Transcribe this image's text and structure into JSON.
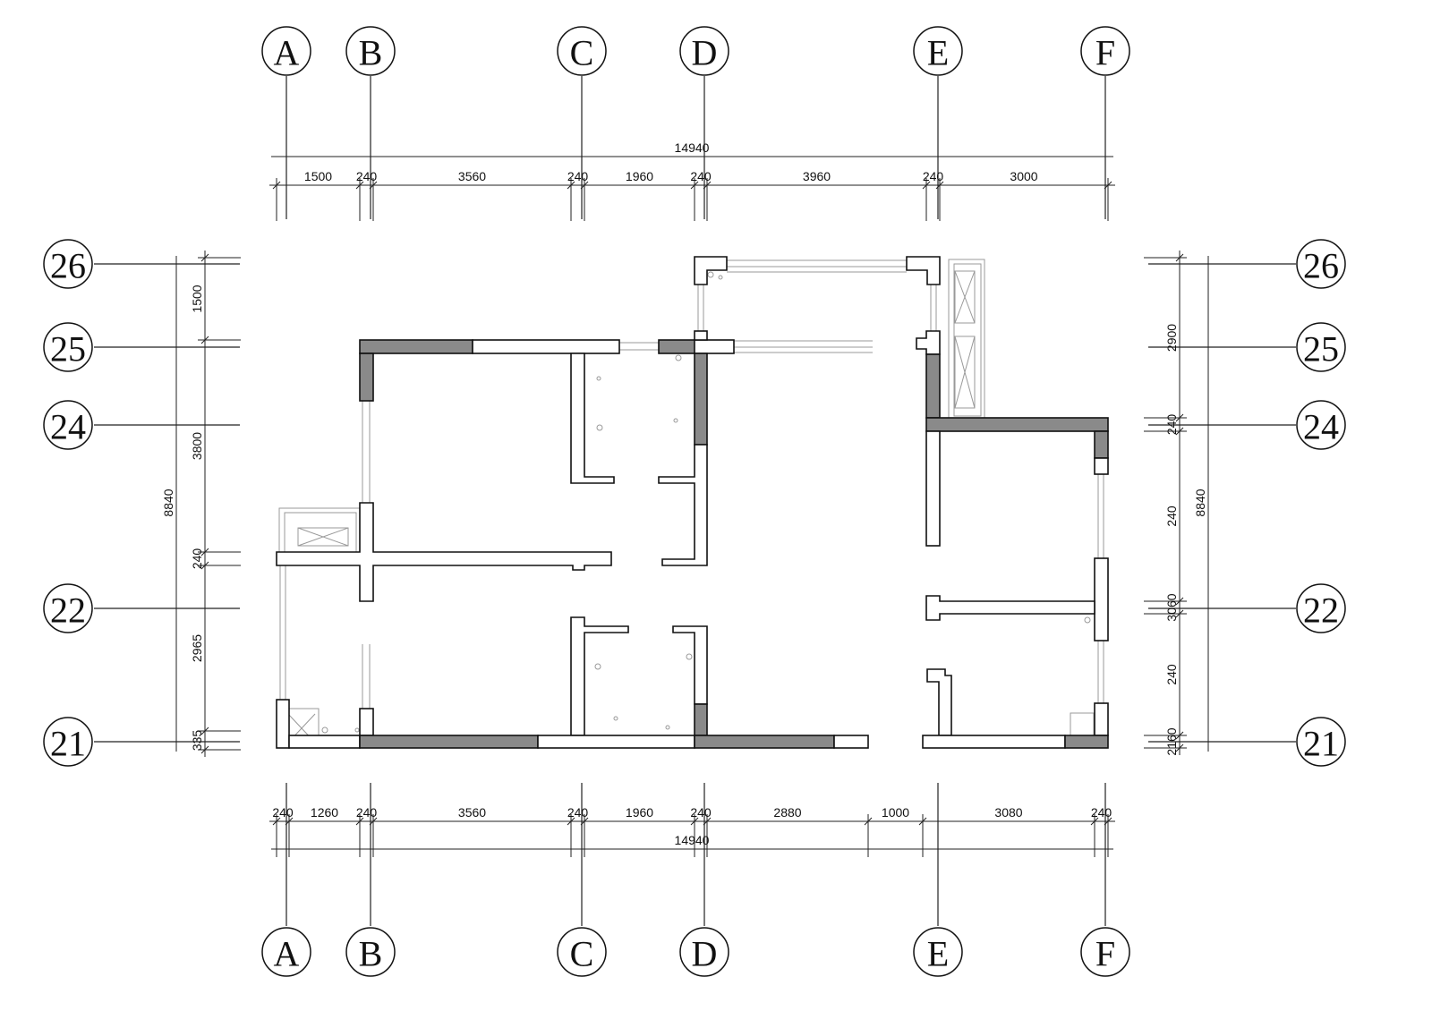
{
  "grid_columns": [
    "A",
    "B",
    "C",
    "D",
    "E",
    "F"
  ],
  "grid_rows": [
    "26",
    "25",
    "24",
    "22",
    "21"
  ],
  "dimensions": {
    "top_total": "14940",
    "top_segments": [
      "1500",
      "240",
      "3560",
      "240",
      "1960",
      "240",
      "3960",
      "240",
      "3000"
    ],
    "bottom_segments": [
      "240",
      "1260",
      "240",
      "3560",
      "240",
      "1960",
      "240",
      "2880",
      "1000",
      "3080",
      "240"
    ],
    "bottom_total": "14940",
    "left_total": "8840",
    "left_segments": [
      "1500",
      "3800",
      "240",
      "2965",
      "335"
    ],
    "right_total": "8840",
    "right_segments": [
      "2900",
      "240",
      "240",
      "3060",
      "240",
      "2160",
      "240"
    ]
  }
}
